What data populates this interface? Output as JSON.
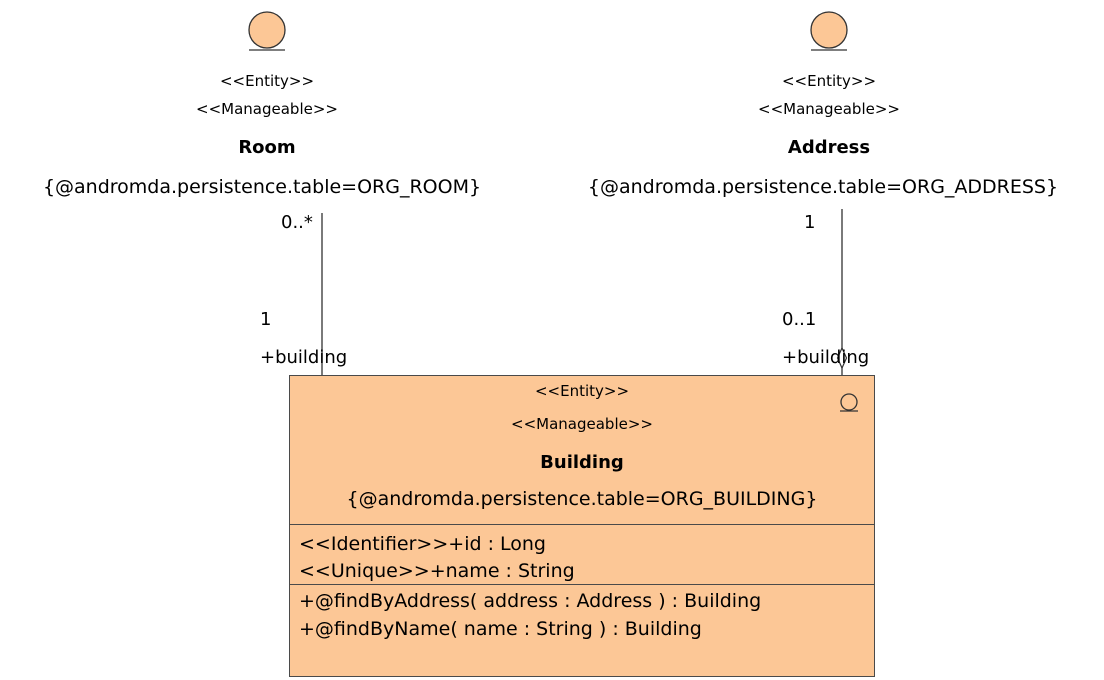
{
  "diagram": {
    "room": {
      "stereotypes": [
        "<<Entity>>",
        "<<Manageable>>"
      ],
      "name": "Room",
      "tagged_value": "{@andromda.persistence.table=ORG_ROOM}",
      "icon": "entity-circle-icon"
    },
    "address": {
      "stereotypes": [
        "<<Entity>>",
        "<<Manageable>>"
      ],
      "name": "Address",
      "tagged_value": "{@andromda.persistence.table=ORG_ADDRESS}",
      "icon": "entity-circle-icon"
    },
    "building": {
      "stereotypes": [
        "<<Entity>>",
        "<<Manageable>>"
      ],
      "name": "Building",
      "tagged_value": "{@andromda.persistence.table=ORG_BUILDING}",
      "attributes": [
        "<<Identifier>>+id : Long",
        "<<Unique>>+name : String"
      ],
      "operations": [
        "+@findByAddress( address : Address ) : Building",
        "+@findByName( name : String ) : Building"
      ],
      "icon": "entity-circle-icon"
    },
    "associations": {
      "room_building": {
        "room_end_multiplicity": "0..*",
        "building_end_multiplicity": "1",
        "building_end_role": "+building"
      },
      "address_building": {
        "address_end_multiplicity": "1",
        "building_end_multiplicity": "0..1",
        "building_end_role": "+building"
      }
    },
    "colors": {
      "entity_fill": "#fcc796",
      "outline": "#4a4a4a"
    }
  }
}
